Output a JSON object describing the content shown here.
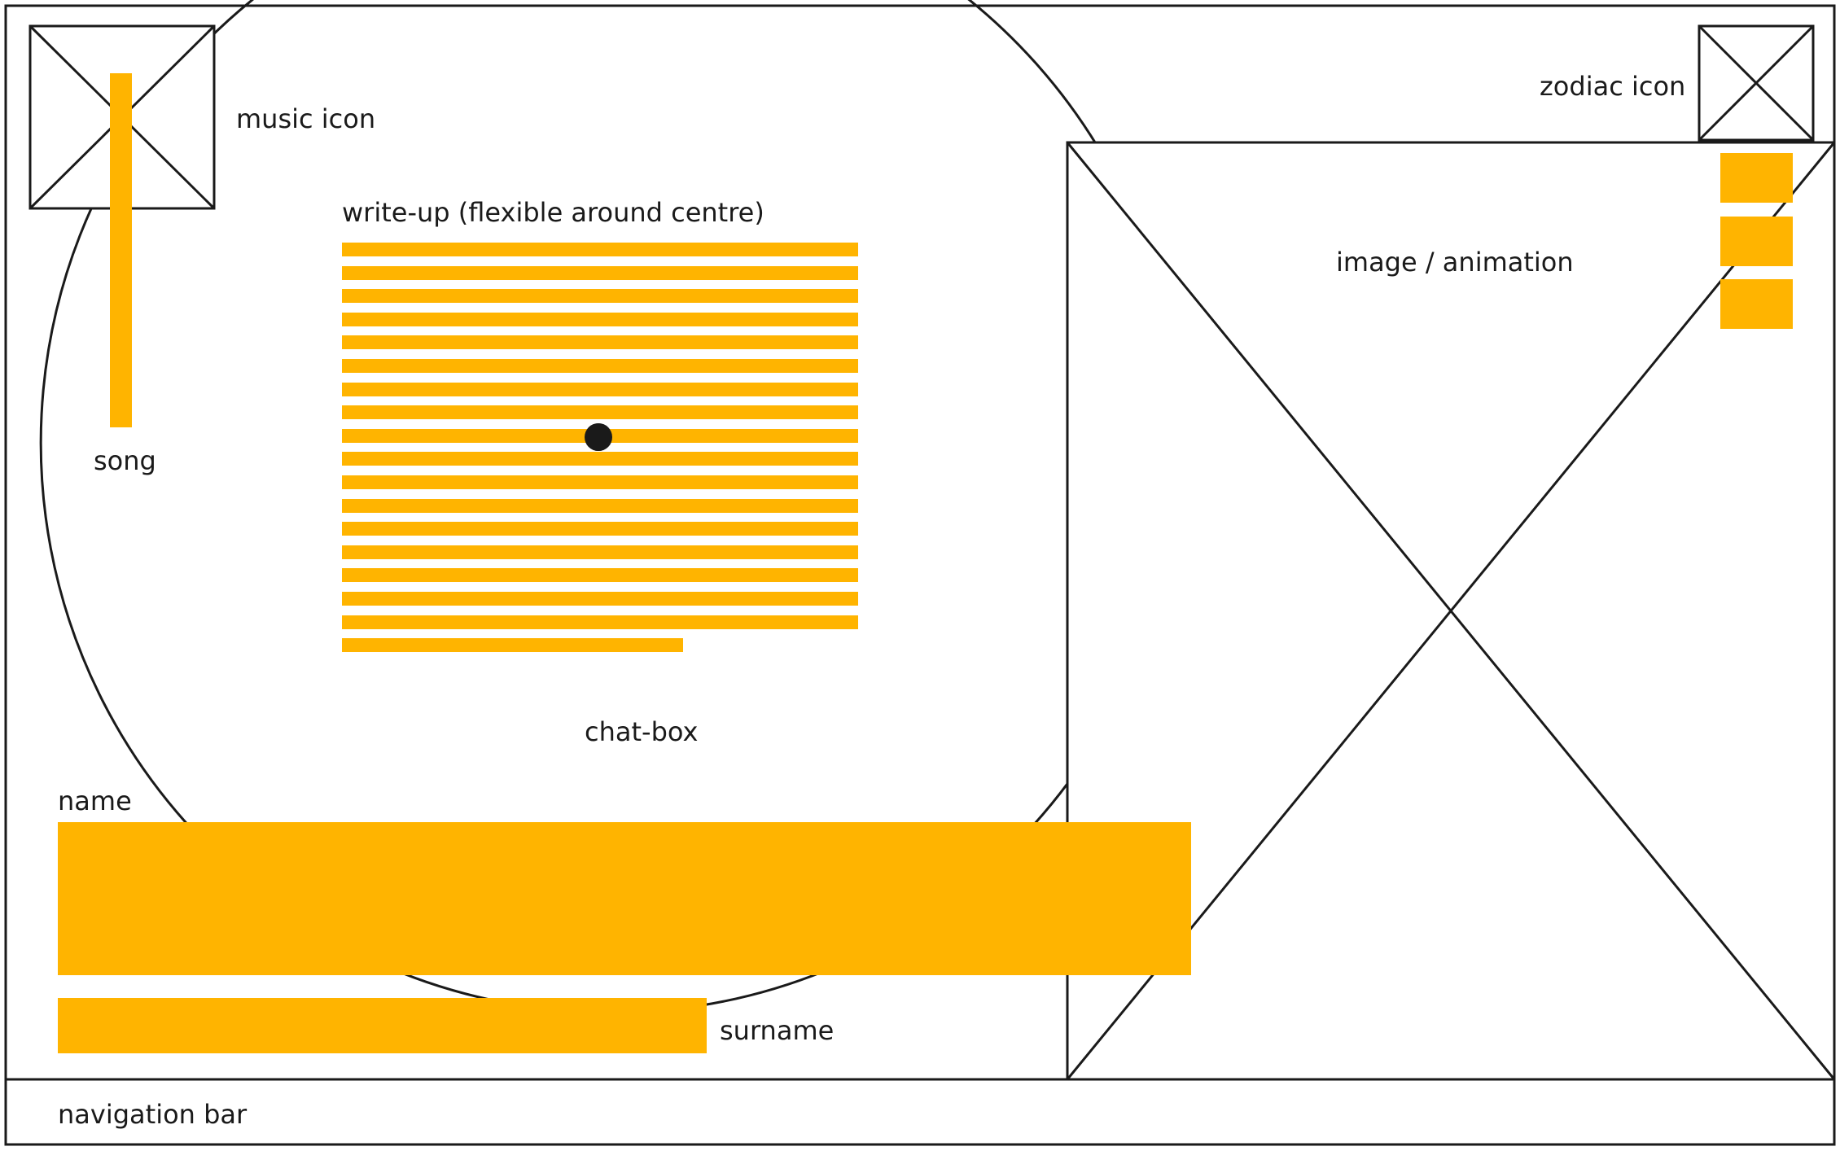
{
  "labels": {
    "music_icon": "music icon",
    "song": "song",
    "write_up": "write-up (flexible around centre)",
    "chat_box": "chat-box",
    "name": "name",
    "surname": "surname",
    "navigation_bar": "navigation bar",
    "zodiac_icon": "zodiac icon",
    "image_animation": "image / animation"
  },
  "colors": {
    "accent": "#FFB400",
    "stroke": "#1a1a1a",
    "background": "#ffffff"
  },
  "icons": {
    "music": "placeholder-x-icon",
    "zodiac": "placeholder-x-icon",
    "image": "placeholder-x-icon"
  }
}
